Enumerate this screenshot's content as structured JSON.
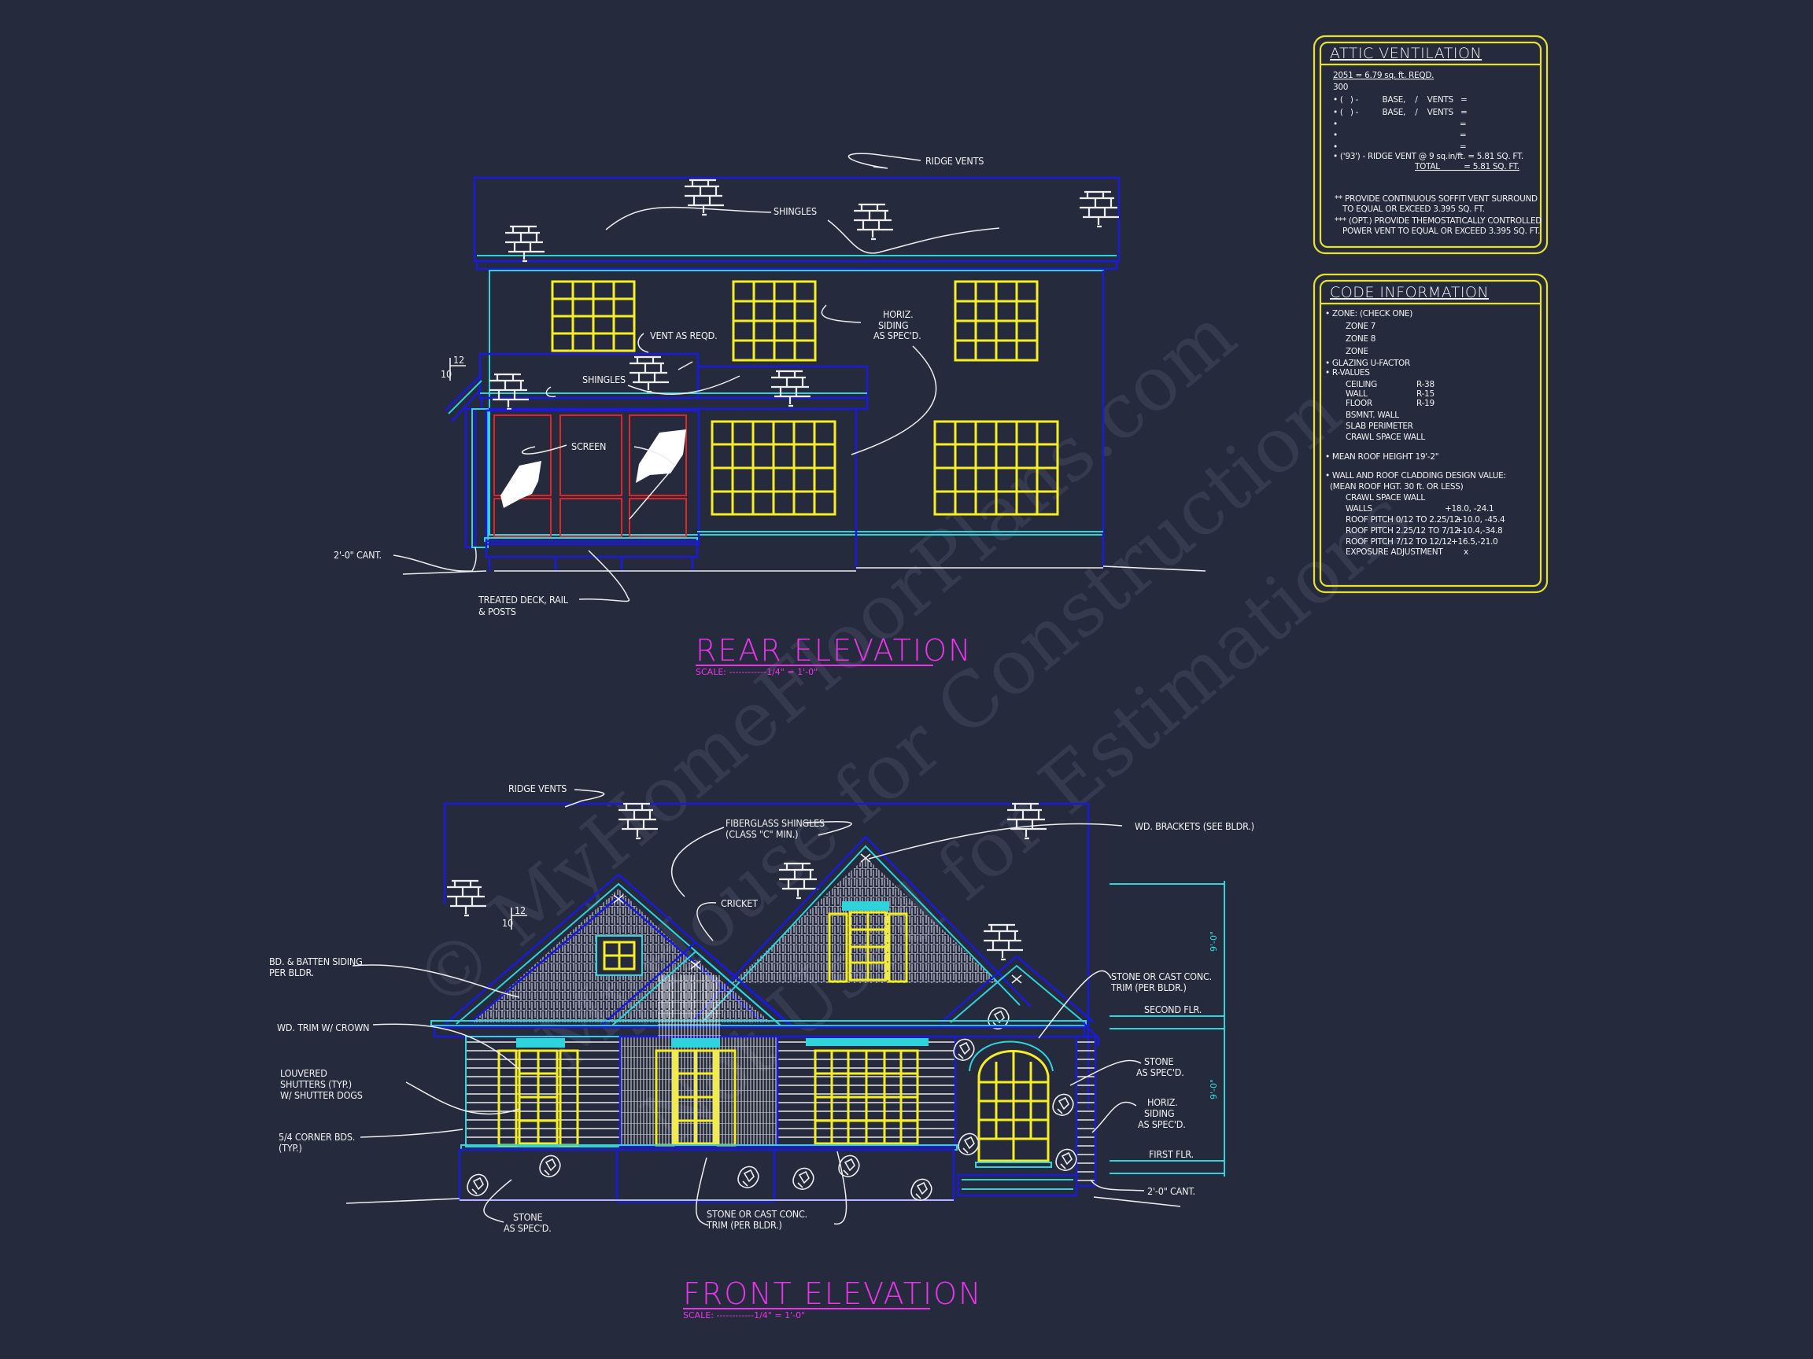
{
  "drawing": {
    "background": "#252a3d",
    "colors": {
      "outline_blue": "#1a1adb",
      "trim_cyan": "#2fd3dc",
      "window_yellow": "#f5ee25",
      "screen_red": "#e0242a",
      "title_magenta": "#ea35ea",
      "note_white": "#f2f2f2"
    },
    "watermark": {
      "line1": "© MyHomeFloorPlans.com",
      "line2": "MyHouse for Construction",
      "line3": "Not Used for Estimations"
    }
  },
  "rear_elevation": {
    "title": "REAR ELEVATION",
    "scale": "SCALE: ------------1/4\" = 1'-0\"",
    "pitch": {
      "rise": "10",
      "run": "12"
    },
    "labels": {
      "ridge_vents": "RIDGE VENTS",
      "shingles_upper": "SHINGLES",
      "shingles_lower": "SHINGLES",
      "vent": "VENT AS REQD.",
      "horiz_siding_1": "HORIZ.",
      "horiz_siding_2": "SIDING",
      "horiz_siding_3": "AS SPEC'D.",
      "screen": "SCREEN",
      "cant": "2'-0\" CANT.",
      "deck_1": "TREATED DECK, RAIL",
      "deck_2": "& POSTS"
    }
  },
  "front_elevation": {
    "title": "FRONT ELEVATION",
    "scale": "SCALE: ------------1/4\" = 1'-0\"",
    "pitch": {
      "rise": "10",
      "run": "12"
    },
    "labels": {
      "ridge_vents": "RIDGE VENTS",
      "fiberglass_1": "FIBERGLASS SHINGLES",
      "fiberglass_2": "(CLASS \"C\" MIN.)",
      "brackets": "WD. BRACKETS (SEE BLDR.)",
      "cricket": "CRICKET",
      "batten_1": "BD. & BATTEN SIDING",
      "batten_2": "PER BLDR.",
      "trim_crown": "WD. TRIM W/ CROWN",
      "shutters_1": "LOUVERED",
      "shutters_2": "SHUTTERS (TYP.)",
      "shutters_3": "W/ SHUTTER DOGS",
      "corner_1": "5/4 CORNER BDS.",
      "corner_2": "(TYP.)",
      "stone_left_1": "STONE",
      "stone_left_2": "AS SPEC'D.",
      "cast_bottom_1": "STONE OR CAST CONC.",
      "cast_bottom_2": "TRIM (PER BLDR.)",
      "cast_right_1": "STONE OR CAST CONC.",
      "cast_right_2": "TRIM (PER BLDR.)",
      "second_flr": "SECOND FLR.",
      "stone_right_1": "STONE",
      "stone_right_2": "AS SPEC'D.",
      "horiz_1": "HORIZ.",
      "horiz_2": "SIDING",
      "horiz_3": "AS SPEC'D.",
      "first_flr": "FIRST FLR.",
      "cant": "2'-0\" CANT."
    },
    "dimensions": {
      "upper": "9'-0\"",
      "lower": "9'-0\""
    }
  },
  "attic_ventilation": {
    "title": "ATTIC VENTILATION",
    "lines": [
      "2051 = 6.79 sq. ft. REQD.",
      "300",
      "• (   ) -          BASE,    /    VENTS   =",
      "• (   ) -          BASE,    /    VENTS   =",
      "•                                                   =",
      "•                                                   =",
      "•                                                   =",
      "• ('93') - RIDGE VENT @ 9 sq.in/ft. = 5.81 SQ. FT.",
      "TOTAL          = 5.81 SQ. FT.",
      "** PROVIDE CONTINUOUS SOFFIT VENT SURROUND",
      "TO EQUAL OR EXCEED  3.395 SQ. FT.",
      "*** (OPT.) PROVIDE THEMOSTATICALLY CONTROLLED",
      "POWER VENT TO EQUAL OR EXCEED  3.395 SQ. FT."
    ]
  },
  "code_information": {
    "title": "CODE INFORMATION",
    "zone_header": "• ZONE: (CHECK ONE)",
    "zones": [
      "ZONE 7",
      "ZONE 8",
      "ZONE"
    ],
    "glazing": "• GLAZING U-FACTOR",
    "r_values_header": "• R-VALUES",
    "r_values": [
      {
        "name": "CEILING",
        "value": "R-38"
      },
      {
        "name": "WALL",
        "value": "R-15"
      },
      {
        "name": "FLOOR",
        "value": "R-19"
      },
      {
        "name": "BSMNT. WALL",
        "value": ""
      },
      {
        "name": "SLAB PERIMETER",
        "value": ""
      },
      {
        "name": "CRAWL SPACE WALL",
        "value": ""
      }
    ],
    "mean_roof_height": "• MEAN ROOF HEIGHT  19'-2\"",
    "cladding_header": "• WALL AND ROOF CLADDING DESIGN VALUE:",
    "cladding_sub": "(MEAN ROOF HGT. 30 ft. OR LESS)",
    "cladding": [
      {
        "name": "CRAWL SPACE WALL",
        "value": ""
      },
      {
        "name": "WALLS",
        "value": "+18.0, -24.1"
      },
      {
        "name": "ROOF PITCH 0/12 TO 2.25/12",
        "value": "+10.0, -45.4"
      },
      {
        "name": "ROOF PITCH 2.25/12 TO 7/12",
        "value": "+10.4,-34.8"
      },
      {
        "name": "ROOF PITCH 7/12 TO 12/12",
        "value": "+16.5,-21.0"
      },
      {
        "name": "EXPOSURE ADJUSTMENT",
        "value": "x"
      }
    ]
  }
}
